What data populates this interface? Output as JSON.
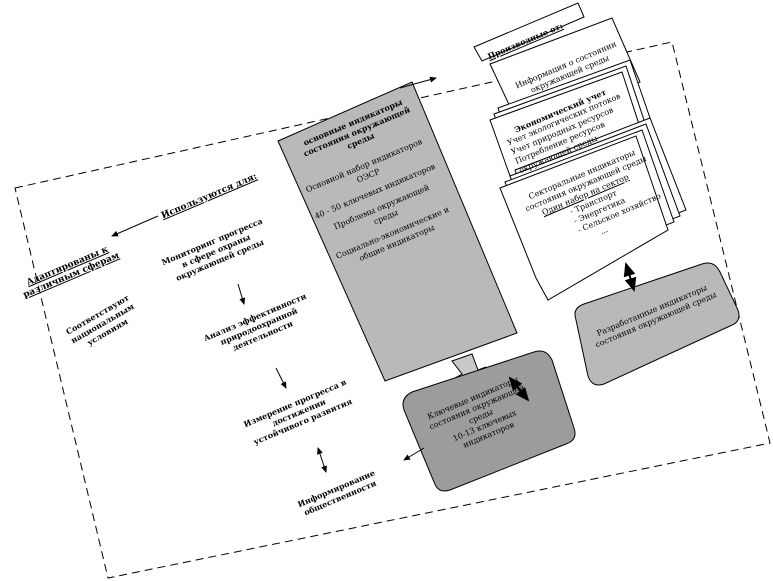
{
  "main_block": {
    "title_lines": [
      "основные индикаторы",
      "состояния окружающей",
      "среды"
    ],
    "items": [
      "Основной набор индикаторов",
      "ОЭСР",
      "40 - 50 ключевых индикаторов",
      "Проблемы окружающей",
      "среды",
      "Социально-экономические и",
      "общие индикаторы"
    ]
  },
  "uses_heading": "Используются для:",
  "uses_items": {
    "monitoring": [
      "Мониторинг прогресса",
      "в сфере охраны",
      "окружающей среды"
    ],
    "analysis": [
      "Анализ эффективности",
      "природоохранной",
      "деятельности"
    ],
    "measurement": [
      "Измерение прогресса в",
      "достижении",
      "устойчивого развития"
    ],
    "informing": [
      "Информирование",
      "общественности"
    ]
  },
  "adaptation": {
    "heading": [
      "Адаптированы к",
      "различным сферам"
    ],
    "text": [
      "Соответствуют",
      "национальным",
      "условиям"
    ]
  },
  "derived_heading": "Производные от:",
  "derived_cards": {
    "env_info": [
      "Информация о состоянии",
      "окружающей среды"
    ],
    "eco_accounting": {
      "title": "Экономический учет",
      "lines": [
        "Учет экологических потоков",
        "Учет природных ресурсов",
        "Потребление ресурсов",
        "окружающей среды"
      ]
    },
    "sectoral": {
      "lines": [
        "Секторальные индикаторы",
        "состояния окружающей среды"
      ],
      "set_label": "Один набор на сектор",
      "sectors": [
        "- Транспорт",
        "- Энергетика",
        "- Сельское хозяйство",
        "..."
      ]
    }
  },
  "key_indicators": [
    "Ключевые индикаторы",
    "состояния окружающей",
    "среды",
    "10-13 ключевых",
    "индикаторов"
  ],
  "developed_indicators": [
    "Разработанные индикаторы",
    "состояния окружающей среды"
  ],
  "colors": {
    "grey_block": "#b9b9b9",
    "grey_dark": "#9c9c9c",
    "stroke": "#000000"
  }
}
